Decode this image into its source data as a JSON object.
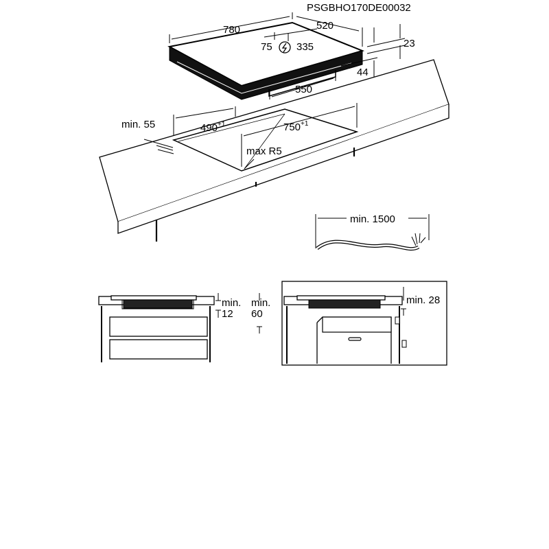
{
  "reference_code": "PSGBHO170DE00032",
  "hob": {
    "width": "780",
    "depth": "520",
    "cable_offset": "75",
    "cable_width": "335",
    "height_total": "23",
    "height_frame": "44",
    "cable_depth": "550",
    "power_icon": "power-connection-icon"
  },
  "cutout": {
    "min_edge_distance": "min. 55",
    "depth_base": "490",
    "depth_tolerance": "+1",
    "width_base": "750",
    "width_tolerance": "+1",
    "corner_radius": "max R5"
  },
  "cable": {
    "min_length": "min. 1500"
  },
  "drawer_section": {
    "gap_label": "min.",
    "gap_value": "12",
    "depth_label": "min.",
    "depth_value": "60"
  },
  "oven_section": {
    "gap_label": "min. 28"
  }
}
